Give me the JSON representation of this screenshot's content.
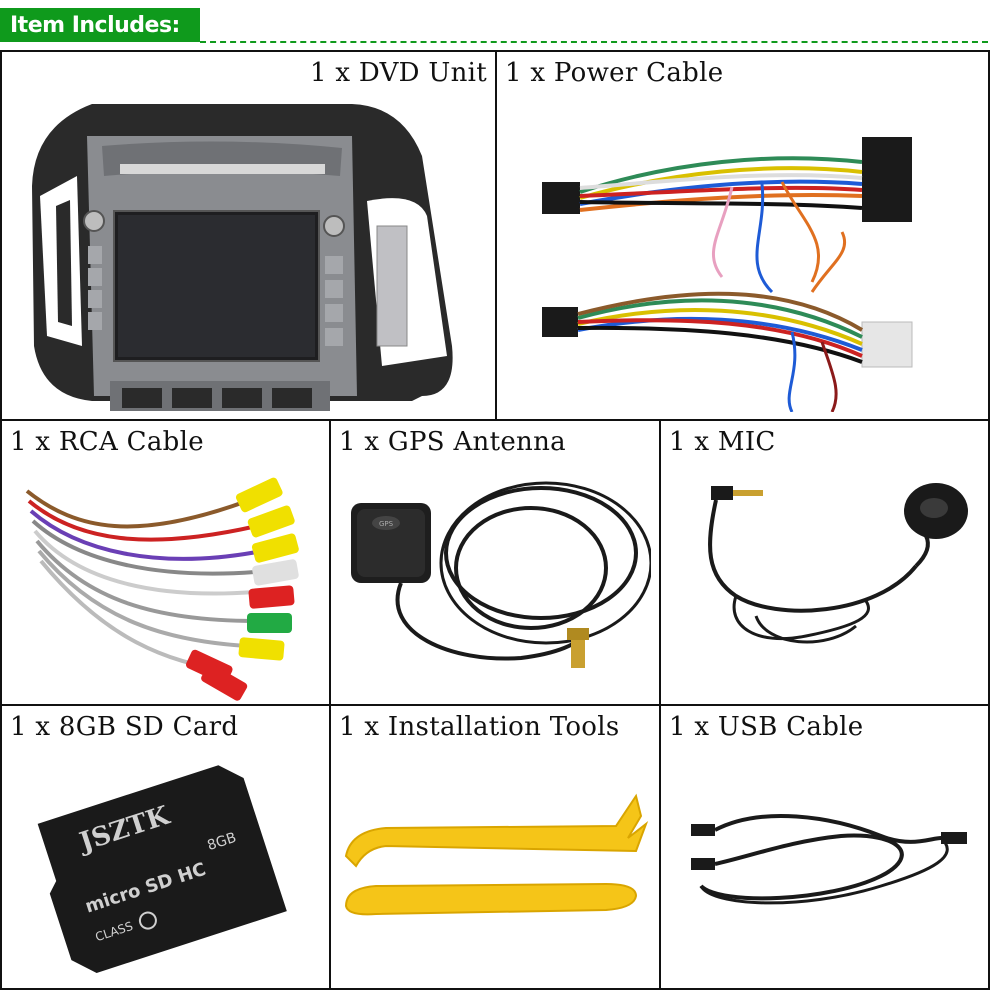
{
  "header": {
    "title": "Item Includes:",
    "accent_color": "#0f9a1c"
  },
  "items": [
    {
      "label": "1 x DVD Unit",
      "icon": "dvd-unit-icon"
    },
    {
      "label": "1 x Power Cable",
      "icon": "power-cable-icon"
    },
    {
      "label": "1 x RCA Cable",
      "icon": "rca-cable-icon"
    },
    {
      "label": "1 x GPS Antenna",
      "icon": "gps-antenna-icon"
    },
    {
      "label": "1 x MIC",
      "icon": "mic-icon"
    },
    {
      "label": "1 x 8GB SD Card",
      "icon": "sd-card-icon"
    },
    {
      "label": "1 x Installation Tools",
      "icon": "pry-tools-icon"
    },
    {
      "label": "1 x USB Cable",
      "icon": "usb-cable-icon"
    }
  ],
  "sd_card": {
    "brand": "JSZTK",
    "capacity": "8GB",
    "logo_text": "micro SD HC",
    "class_text": "CLASS"
  },
  "gps_module": {
    "mark": "GPS"
  }
}
